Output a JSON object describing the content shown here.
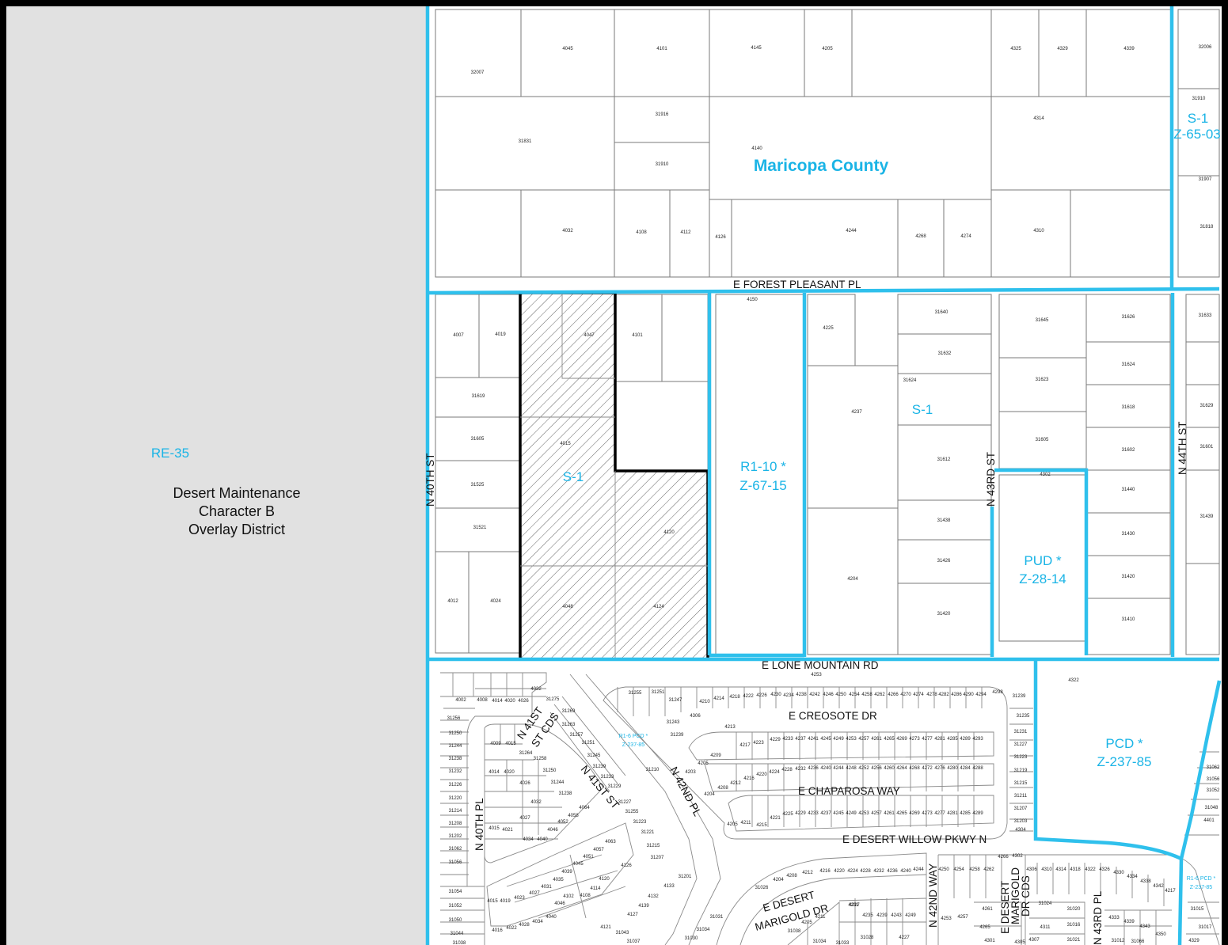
{
  "map": {
    "colors": {
      "zoning_line": "#2fc0ec",
      "zoning_text": "#1ab4e6",
      "overlay_fill": "#e1e1e1",
      "parcel_line": "#7a7a7a",
      "subject_outline": "#000000"
    },
    "overlay": {
      "zone": "RE-35",
      "district_line1": "Desert Maintenance",
      "district_line2": "Character B",
      "district_line3": "Overlay District"
    },
    "jurisdiction": "Maricopa County",
    "zones": {
      "s1_subject": "S-1",
      "s1_east": "S-1",
      "s1_far_east": "S-1",
      "s1_far_east_case": "Z-65-03",
      "r1": "R1-10 *",
      "r1_case": "Z-67-15",
      "pud": "PUD *",
      "pud_case": "Z-28-14",
      "pcd": "PCD *",
      "pcd_case": "Z-237-85",
      "r16_a": "R1-6 PCD *",
      "r16_a_case": "Z-237-85",
      "r16_b": "R1-6 PCD *",
      "r16_b_case": "Z-237-85"
    },
    "streets": {
      "forest_pleasant": "E FOREST PLEASANT PL",
      "lone_mountain": "E LONE MOUNTAIN RD",
      "n40th_st": "N 40TH ST",
      "n43rd_st": "N 43RD ST",
      "n44th_st": "N 44TH ST",
      "creosote": "E CREOSOTE DR",
      "chaparosa": "E CHAPAROSA WAY",
      "desert_willow": "E DESERT WILLOW PKWY N",
      "n42nd_pl": "N 42ND PL",
      "n41st_st": "N 41ST ST",
      "n41st_cds_1": "N 41ST",
      "n41st_cds_2": "ST CDS",
      "n40th_pl": "N 40TH PL",
      "desert_marigold_1": "E DESERT",
      "desert_marigold_2": "MARIGOLD DR",
      "n42nd_way": "N 42ND WAY",
      "marigold_cds_1": "E DESERT",
      "marigold_cds_2": "MARIGOLD",
      "marigold_cds_3": "DR CDS",
      "n43rd_pl": "N 43RD PL"
    },
    "parcels": {
      "north": [
        "32007",
        "4045",
        "4101",
        "4145",
        "4205",
        "4325",
        "4329",
        "4339",
        "32006",
        "31831",
        "31916",
        "31910",
        "4140",
        "4314",
        "31910",
        "31907",
        "4032",
        "4108",
        "4112",
        "4126",
        "4244",
        "4268",
        "4274",
        "4310",
        "31818"
      ],
      "middle": [
        "4150",
        "4007",
        "4019",
        "4047",
        "4101",
        "4225",
        "31640",
        "31645",
        "31626",
        "31633",
        "31632",
        "31624",
        "31623",
        "31619",
        "4237",
        "31624",
        "31618",
        "31629",
        "31605",
        "4015",
        "31605",
        "31612",
        "31602",
        "31601",
        "31525",
        "4302",
        "31440",
        "31521",
        "4120",
        "31438",
        "31430",
        "31439",
        "4012",
        "4024",
        "4204",
        "31426",
        "31420",
        "4048",
        "4124",
        "31420",
        "31410",
        "4253",
        "4322"
      ],
      "south": [
        "4002",
        "4008",
        "4014",
        "4020",
        "4026",
        "4032",
        "31275",
        "31269",
        "31263",
        "31257",
        "31256",
        "31250",
        "31244",
        "31238",
        "31232",
        "31226",
        "31220",
        "31214",
        "31208",
        "31202",
        "31062",
        "31056",
        "31054",
        "31052",
        "31050",
        "31044",
        "31038",
        "31255",
        "31251",
        "31247",
        "4210",
        "4214",
        "4218",
        "4222",
        "4226",
        "4230",
        "4234",
        "4238",
        "4242",
        "4246",
        "4250",
        "4254",
        "4258",
        "4262",
        "4266",
        "4270",
        "4274",
        "4278",
        "4282",
        "4286",
        "4290",
        "4294",
        "4298",
        "31239",
        "31235",
        "31231",
        "31227",
        "31223",
        "31219",
        "31215",
        "31211",
        "31207",
        "31203",
        "4304",
        "4009",
        "4015",
        "4014",
        "4020",
        "4026",
        "4032",
        "4027",
        "4021",
        "4015",
        "4034",
        "4040",
        "4046",
        "4052",
        "4058",
        "4064",
        "31264",
        "31258",
        "31250",
        "31244",
        "31238",
        "31251",
        "31245",
        "31239",
        "31233",
        "31229",
        "31227",
        "31255",
        "31223",
        "31221",
        "31215",
        "31207",
        "31201",
        "31243",
        "31239",
        "31210",
        "4306",
        "4213",
        "4217",
        "4223",
        "4229",
        "4233",
        "4237",
        "4241",
        "4245",
        "4249",
        "4253",
        "4257",
        "4261",
        "4265",
        "4269",
        "4273",
        "4277",
        "4281",
        "4285",
        "4289",
        "4293",
        "4209",
        "4205",
        "4203",
        "4204",
        "4208",
        "4212",
        "4216",
        "4220",
        "4224",
        "4228",
        "4232",
        "4236",
        "4240",
        "4244",
        "4248",
        "4252",
        "4256",
        "4260",
        "4264",
        "4268",
        "4272",
        "4276",
        "4280",
        "4284",
        "4288",
        "4211",
        "4215",
        "4221",
        "4225",
        "4229",
        "4233",
        "4237",
        "4245",
        "4249",
        "4253",
        "4257",
        "4261",
        "4265",
        "4269",
        "4273",
        "4277",
        "4281",
        "4285",
        "4289",
        "4205",
        "4227",
        "4063",
        "4057",
        "4051",
        "4045",
        "4039",
        "4035",
        "4031",
        "4027",
        "4023",
        "4019",
        "4015",
        "4016",
        "4022",
        "4028",
        "4034",
        "4040",
        "4046",
        "4102",
        "4108",
        "4114",
        "4120",
        "4126",
        "4132",
        "4133",
        "4139",
        "4127",
        "4121",
        "31043",
        "31037",
        "31031",
        "31034",
        "31030",
        "31026",
        "4204",
        "4208",
        "4212",
        "4216",
        "4220",
        "4224",
        "4228",
        "4232",
        "4236",
        "4240",
        "4244",
        "4250",
        "4254",
        "4258",
        "4262",
        "4266",
        "4302",
        "4306",
        "4310",
        "4314",
        "4318",
        "4322",
        "4326",
        "4330",
        "4334",
        "4338",
        "4342",
        "4217",
        "4211",
        "4205",
        "31038",
        "31034",
        "31033",
        "31028",
        "4227",
        "4231",
        "4235",
        "4239",
        "4243",
        "4249",
        "4253",
        "4257",
        "4261",
        "4265",
        "4301",
        "4305",
        "4307",
        "4311",
        "31024",
        "31020",
        "31016",
        "31021",
        "31017",
        "4329",
        "4333",
        "4339",
        "4343",
        "4350",
        "31015",
        "31012",
        "31066",
        "31062",
        "31056",
        "31052",
        "31048",
        "4401"
      ]
    }
  }
}
